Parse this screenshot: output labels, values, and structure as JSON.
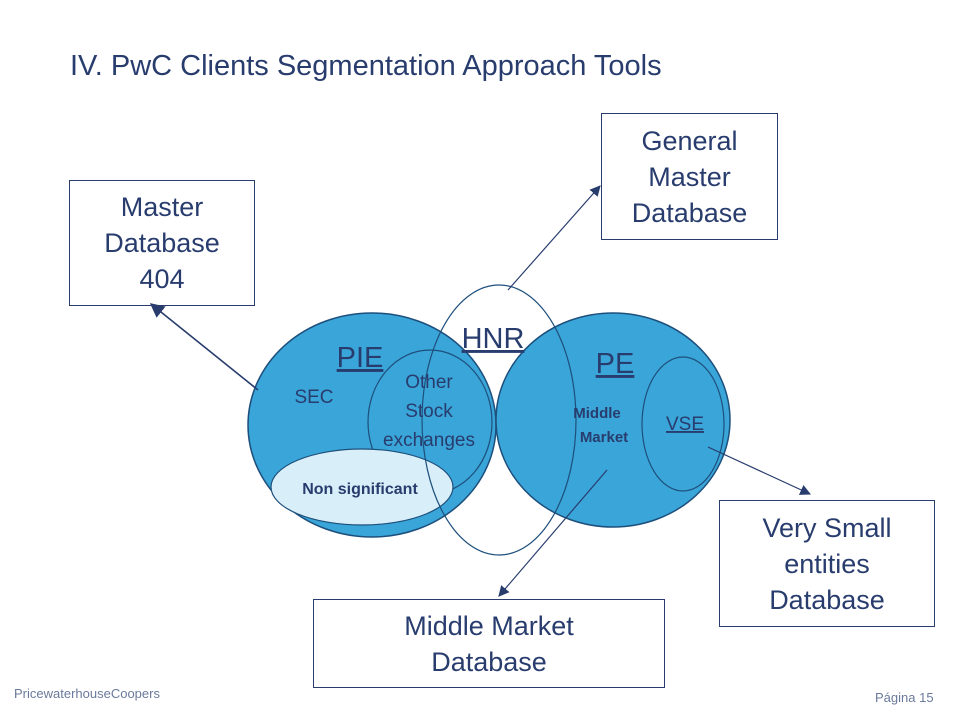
{
  "slide": {
    "title": "IV. PwC Clients Segmentation Approach Tools",
    "footer_left": "PricewaterhouseCoopers",
    "footer_right": "Página 15"
  },
  "boxes": {
    "general_master": "General\nMaster\nDatabase",
    "master_404": "Master\nDatabase\n404",
    "very_small": "Very Small\nentities\nDatabase",
    "middle_market": "Middle Market\nDatabase"
  },
  "labels": {
    "pie": "PIE",
    "pe": "PE",
    "hnr": "HNR",
    "sec": "SEC",
    "other_1": "Other",
    "other_2": "Stock",
    "other_3": "exchanges",
    "non_significant": "Non significant",
    "middle_1": "Middle",
    "middle_2": "Market",
    "vse": "VSE"
  },
  "colors": {
    "circle_fill": "#3aa5d8",
    "circle_stroke": "#1d4f7c",
    "light_fill": "#d8eef8",
    "text_dark": "#283c6e"
  }
}
